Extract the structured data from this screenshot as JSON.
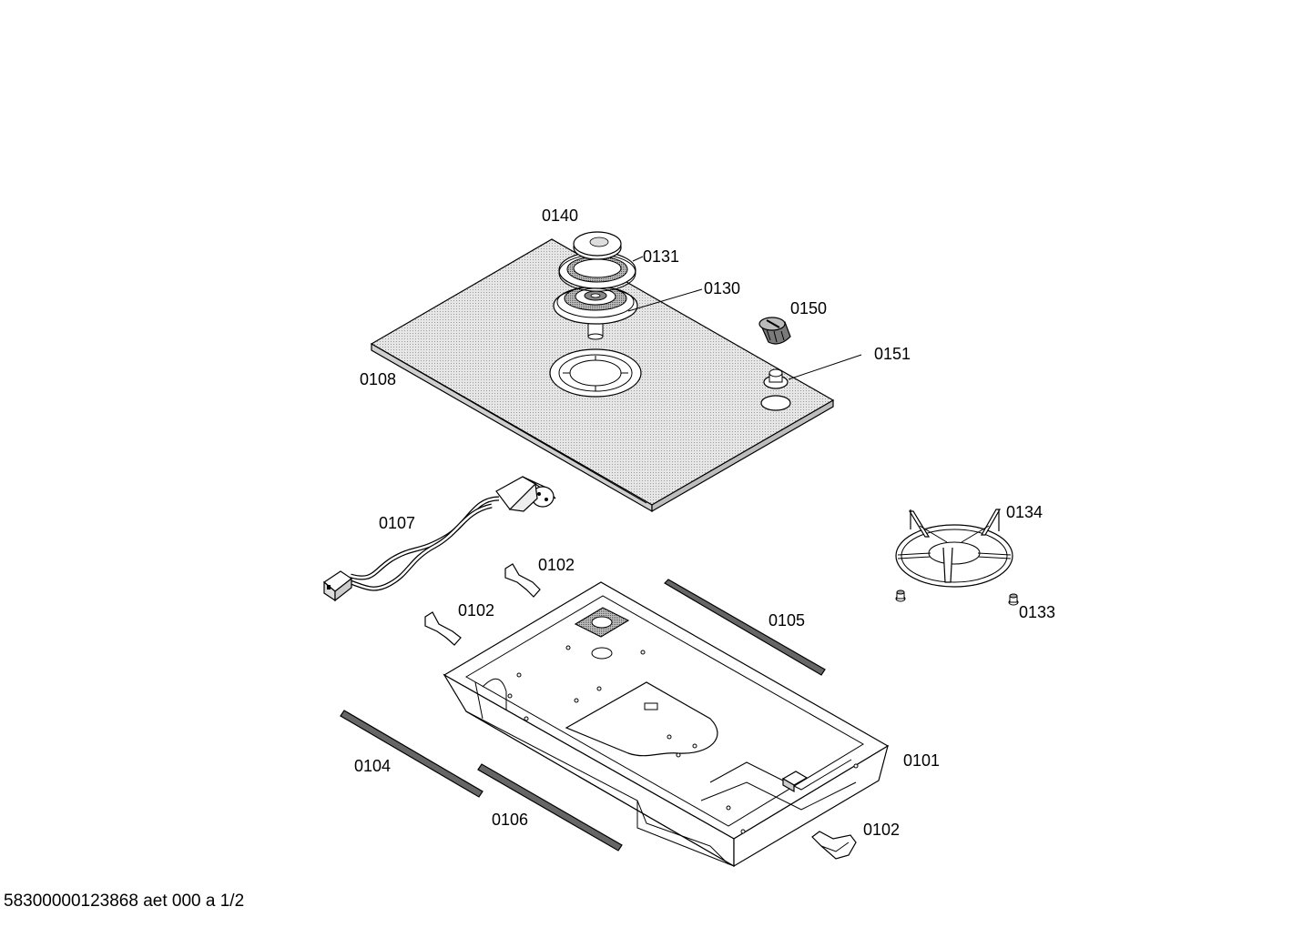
{
  "callouts": {
    "c0140": "0140",
    "c0131": "0131",
    "c0130": "0130",
    "c0150": "0150",
    "c0151": "0151",
    "c0108": "0108",
    "c0107": "0107",
    "c0134": "0134",
    "c0102a": "0102",
    "c0102b": "0102",
    "c0105": "0105",
    "c0133": "0133",
    "c0101": "0101",
    "c0104": "0104",
    "c0106": "0106",
    "c0102c": "0102"
  },
  "footer": {
    "code": "58300000123868 aet 000 a 1/2"
  },
  "colors": {
    "line": "#000000",
    "glass_fill": "#d9d9d9",
    "background": "#ffffff",
    "knob_fill": "#707070"
  }
}
